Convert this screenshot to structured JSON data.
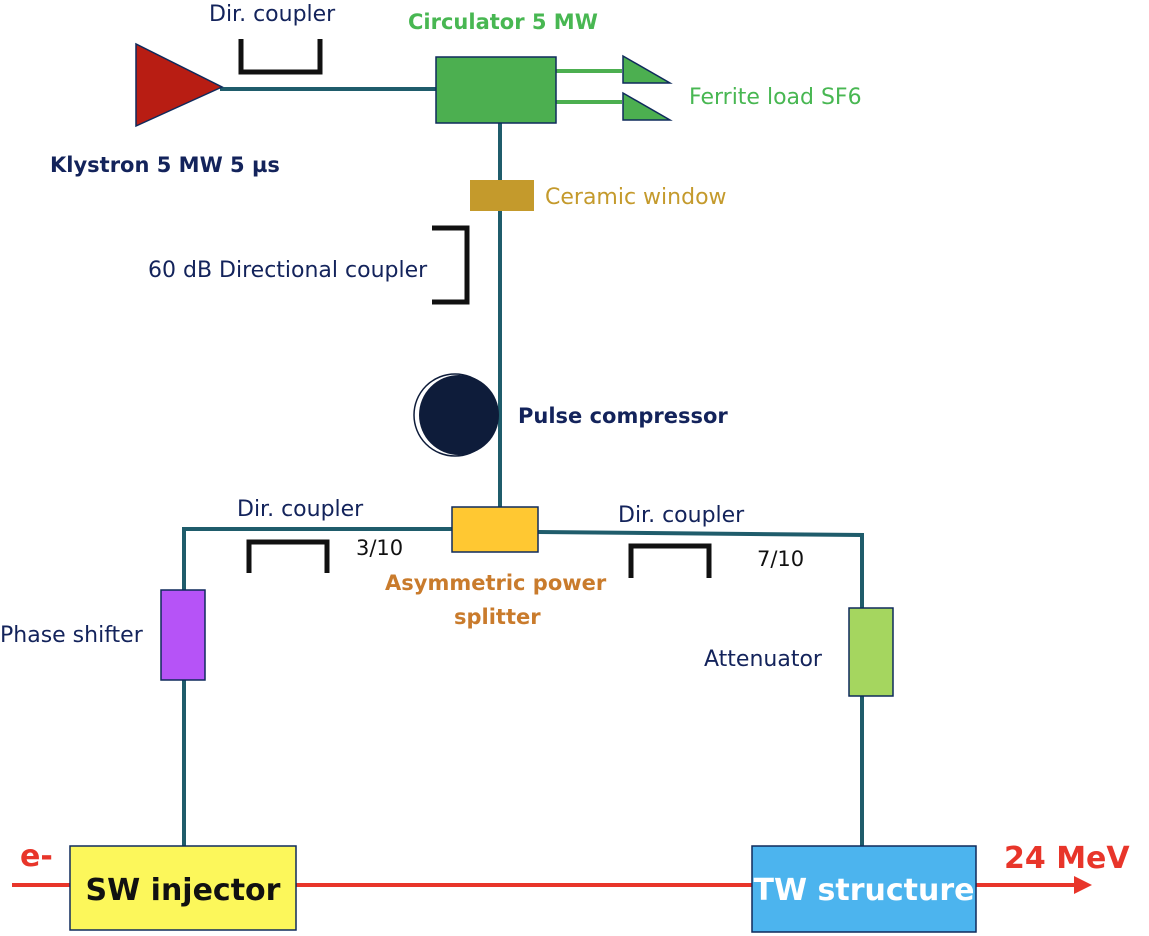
{
  "labels": {
    "dir_coupler_top": "Dir. coupler",
    "circulator": "Circulator 5 MW",
    "ferrite_load": "Ferrite load SF6",
    "klystron": "Klystron 5 MW 5 µs",
    "ceramic_window": "Ceramic window",
    "directional_coupler_60db": "60 dB Directional coupler",
    "pulse_compressor": "Pulse compressor",
    "dir_coupler_left": "Dir. coupler",
    "dir_coupler_right": "Dir. coupler",
    "ratio_left": "3/10",
    "ratio_right": "7/10",
    "splitter_line1": "Asymmetric power",
    "splitter_line2": "splitter",
    "phase_shifter": "Phase shifter",
    "attenuator": "Attenuator",
    "electron": "e-",
    "energy": "24 MeV",
    "sw_injector": "SW injector",
    "tw_structure": "TW structure"
  },
  "colors": {
    "waveguide": "#1f5c6b",
    "beam": "#e8352a",
    "klystron": "#b81d13",
    "circulator": "#4caf50",
    "window": "#c49a2c",
    "compressor": "#0e1c3a",
    "splitter": "#ffc832",
    "phase_shifter": "#b653f7",
    "attenuator": "#a5d65f",
    "sw_injector": "#fcf75b",
    "tw_structure": "#4cb4ee",
    "navy_text": "#13235b",
    "green_text": "#48b752",
    "gold_text": "#c49a2c",
    "orange_text": "#c97b2c"
  }
}
